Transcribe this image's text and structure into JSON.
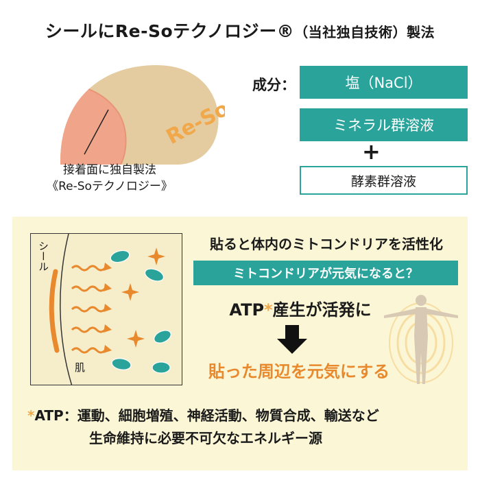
{
  "title": {
    "main": "シールにRe-Soテクノロジー®",
    "sub": "（当社独自技術）製法"
  },
  "seal": {
    "logo_text": "Re-So",
    "caption_line1": "接着面に独自製法",
    "caption_line2": "《Re-Soテクノロジー》"
  },
  "ingredients": {
    "label": "成分：",
    "items": [
      "塩（NaCl）",
      "ミネラル群溶液"
    ],
    "plus": "+",
    "extra": "酵素群溶液"
  },
  "diagram": {
    "seal_label": "シール",
    "skin_label": "肌"
  },
  "effect": {
    "headline": "貼ると体内のミトコンドリアを活性化",
    "question": "ミトコンドリアが元気になると？",
    "atp_prefix": "ATP",
    "atp_star": "*",
    "atp_suffix": "産生が活発に",
    "result": "貼った周辺を元気にする"
  },
  "footnote": {
    "star": "*",
    "term": "ATP：",
    "line1": "運動、細胞増殖、神経活動、物質合成、輸送など",
    "line2": "生命維持に必要不可欠なエネルギー源"
  },
  "colors": {
    "teal": "#2aa39b",
    "orange": "#e8892d",
    "seal_beige": "#e4cba0",
    "seal_pink": "#f0a48a",
    "panel_bg": "#fbf6d6"
  }
}
